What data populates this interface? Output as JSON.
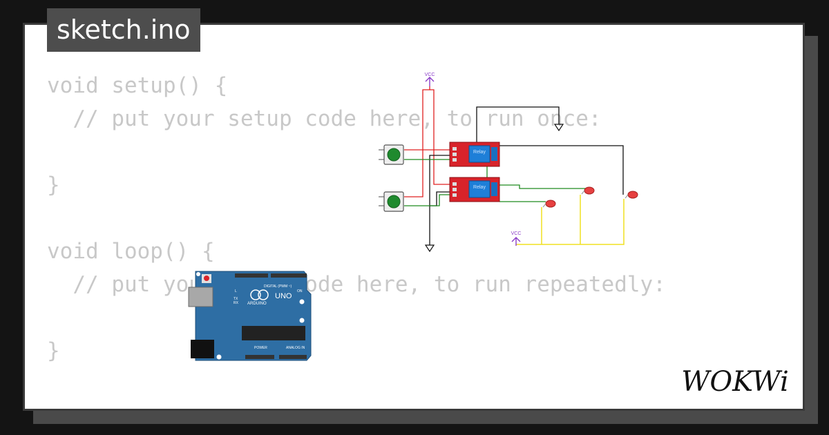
{
  "tab": {
    "filename": "sketch.ino"
  },
  "code": {
    "lines": [
      "void setup() {",
      "  // put your setup code here, to run once:",
      "",
      "}",
      "",
      "void loop() {",
      "  // put your main code here, to run repeatedly:",
      "",
      "}"
    ]
  },
  "diagram": {
    "vcc_label_top": "VCC",
    "vcc_label_bottom": "VCC",
    "relay_label": "Relay",
    "arduino_model": "UNO",
    "arduino_brand": "ARDUINO",
    "arduino_digital": "DIGITAL (PWM ~)",
    "arduino_power": "POWER",
    "arduino_analog": "ANALOG IN",
    "arduino_on": "ON",
    "arduino_tx": "TX",
    "arduino_rx": "RX",
    "arduino_l": "L"
  },
  "brand": {
    "logo_text": "WOKWi"
  },
  "colors": {
    "background": "#141414",
    "card": "#ffffff",
    "tab": "#4d4d4d",
    "code_text": "#c8c8c8",
    "relay_red": "#d8232a",
    "relay_blue": "#1e7fd8",
    "arduino_blue": "#2e6ea4",
    "button_green": "#1f8a2e",
    "led_red": "#e64040",
    "wire_red": "#e02020",
    "wire_green": "#1e8a1e",
    "wire_black": "#111111",
    "wire_yellow": "#f0e020",
    "vcc_purple": "#8a3cc8"
  }
}
